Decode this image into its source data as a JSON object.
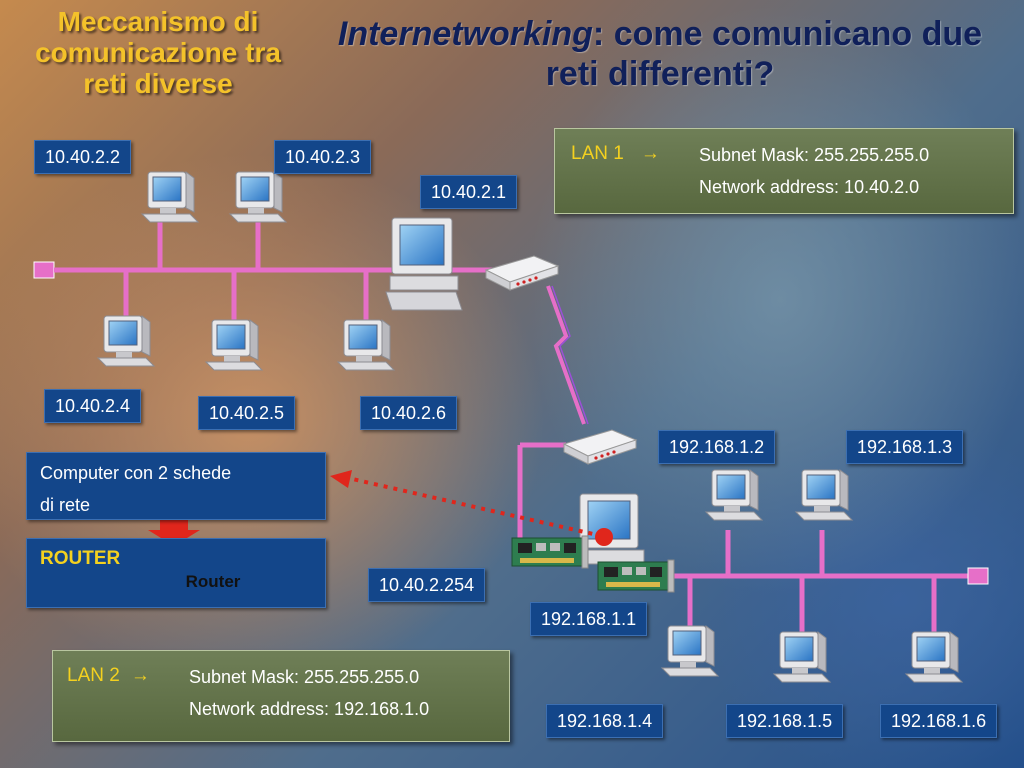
{
  "slide": {
    "title_left": "Meccanismo di comunicazione tra reti diverse",
    "title_main_italic": "Internetworking",
    "title_main_rest": ": come comunicano due reti differenti?"
  },
  "lan1": {
    "name": "LAN 1",
    "arrow": "→",
    "subnet": "Subnet Mask: 255.255.255.0",
    "network": "Network address: 10.40.2.0"
  },
  "lan2": {
    "name": "LAN 2",
    "arrow": "→",
    "subnet": "Subnet Mask: 255.255.255.0",
    "network": "Network address: 192.168.1.0"
  },
  "ips": {
    "h1": "10.40.2.2",
    "h2": "10.40.2.3",
    "gw1": "10.40.2.1",
    "h4": "10.40.2.4",
    "h5": "10.40.2.5",
    "h6": "10.40.2.6",
    "r_lan1": "10.40.2.254",
    "r_lan2": "192.168.1.1",
    "n2": "192.168.1.2",
    "n3": "192.168.1.3",
    "n4": "192.168.1.4",
    "n5": "192.168.1.5",
    "n6": "192.168.1.6"
  },
  "legend": {
    "computer_line1": "Computer  con 2 schede",
    "computer_line2": "di rete",
    "router_title": "ROUTER",
    "router_box": "Router"
  },
  "colors": {
    "title_left": "#f4c22a",
    "title_main": "#10205a",
    "ip_box": "#13468a",
    "bus": "#e66fc8",
    "info_box": "#6f7f57",
    "pointer": "#e0261c"
  }
}
